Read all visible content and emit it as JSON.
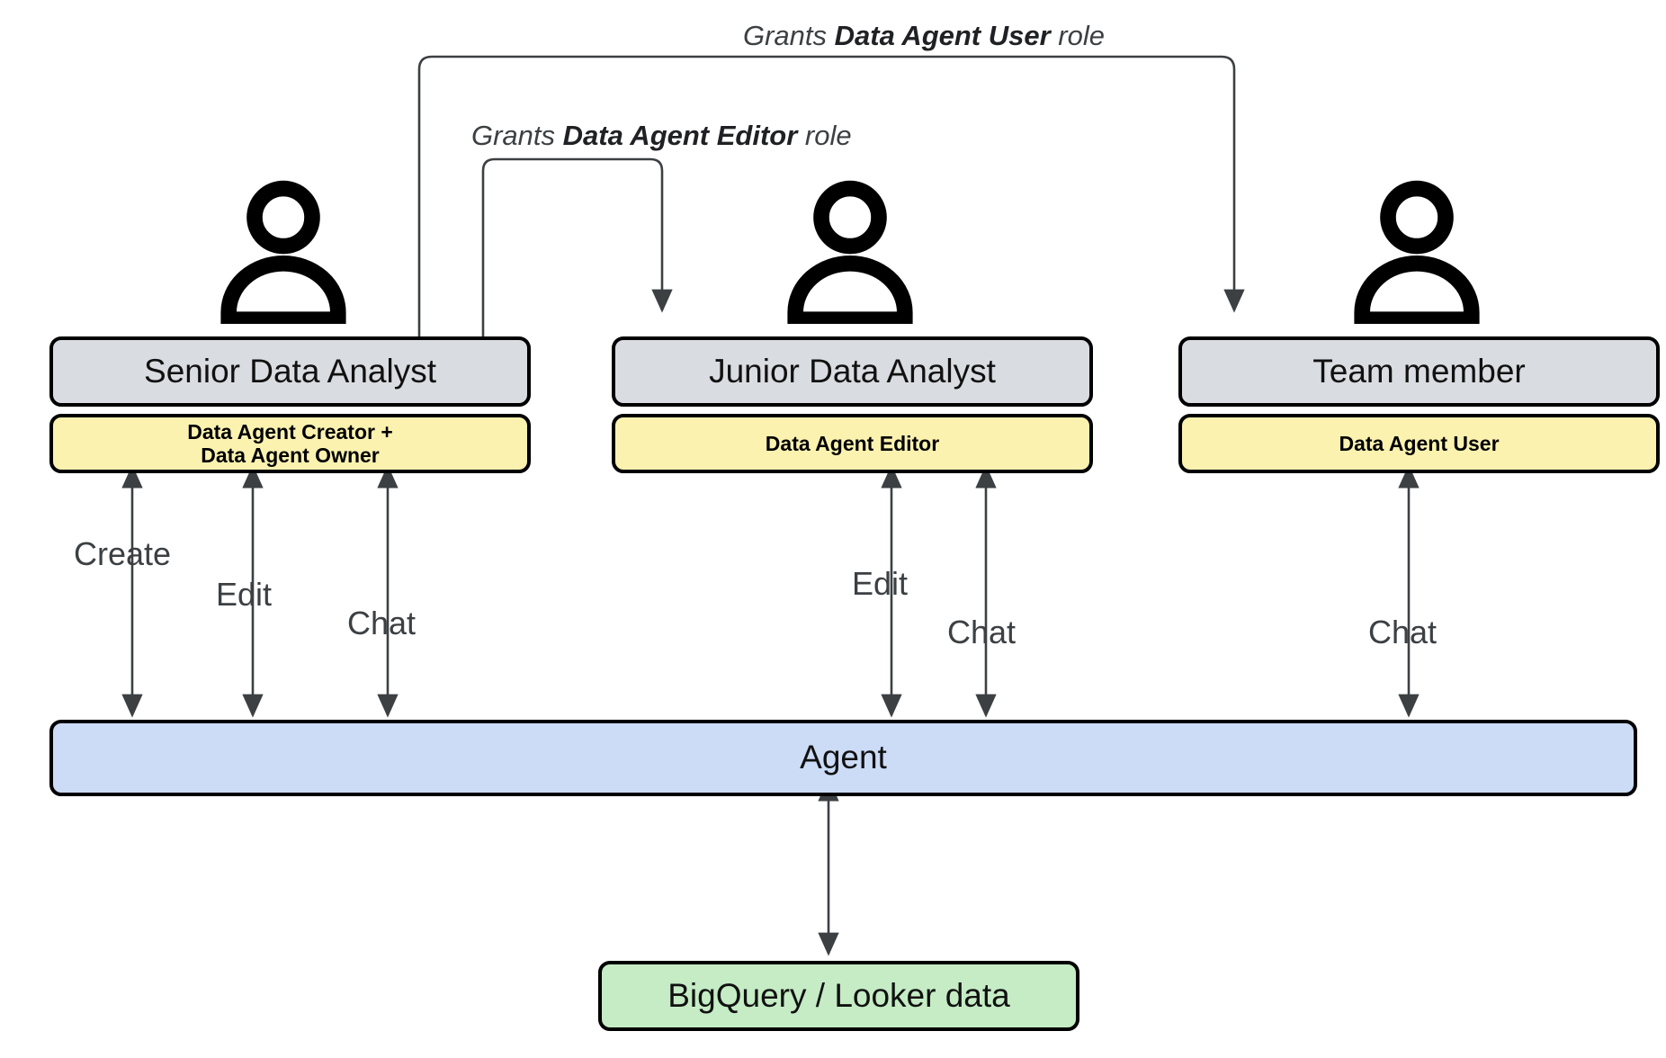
{
  "diagram": {
    "title_not_rendered": "",
    "colors": {
      "role_box": "#fbf2b0",
      "persona_box": "#d9dce0",
      "agent_box": "#ccdcf7",
      "data_box": "#c5ecc5",
      "arrow": "#3c4043",
      "border": "#000000"
    },
    "grant_connectors": [
      {
        "prefix": "Grants ",
        "role": "Data Agent User",
        "suffix": " role",
        "from": "Senior Data Analyst",
        "to": "Team member"
      },
      {
        "prefix": "Grants ",
        "role": "Data Agent Editor",
        "suffix": " role",
        "from": "Senior Data Analyst",
        "to": "Junior Data Analyst"
      }
    ],
    "personas": [
      {
        "icon": "person-icon",
        "name": "Senior Data Analyst",
        "role": "Data Agent Creator +\nData Agent Owner",
        "role_line1": "Data Agent Creator +",
        "role_line2": "Data Agent Owner",
        "actions": [
          "Create",
          "Edit",
          "Chat"
        ]
      },
      {
        "icon": "person-icon",
        "name": "Junior Data Analyst",
        "role": "Data Agent Editor",
        "role_line1": "Data Agent Editor",
        "role_line2": "",
        "actions": [
          "Edit",
          "Chat"
        ]
      },
      {
        "icon": "person-icon",
        "name": "Team member",
        "role": "Data Agent User",
        "role_line1": "Data Agent User",
        "role_line2": "",
        "actions": [
          "Chat"
        ]
      }
    ],
    "agent": {
      "label": "Agent"
    },
    "datasource": {
      "label": "BigQuery / Looker data"
    },
    "action_labels": {
      "create": "Create",
      "edit": "Edit",
      "chat": "Chat"
    }
  }
}
